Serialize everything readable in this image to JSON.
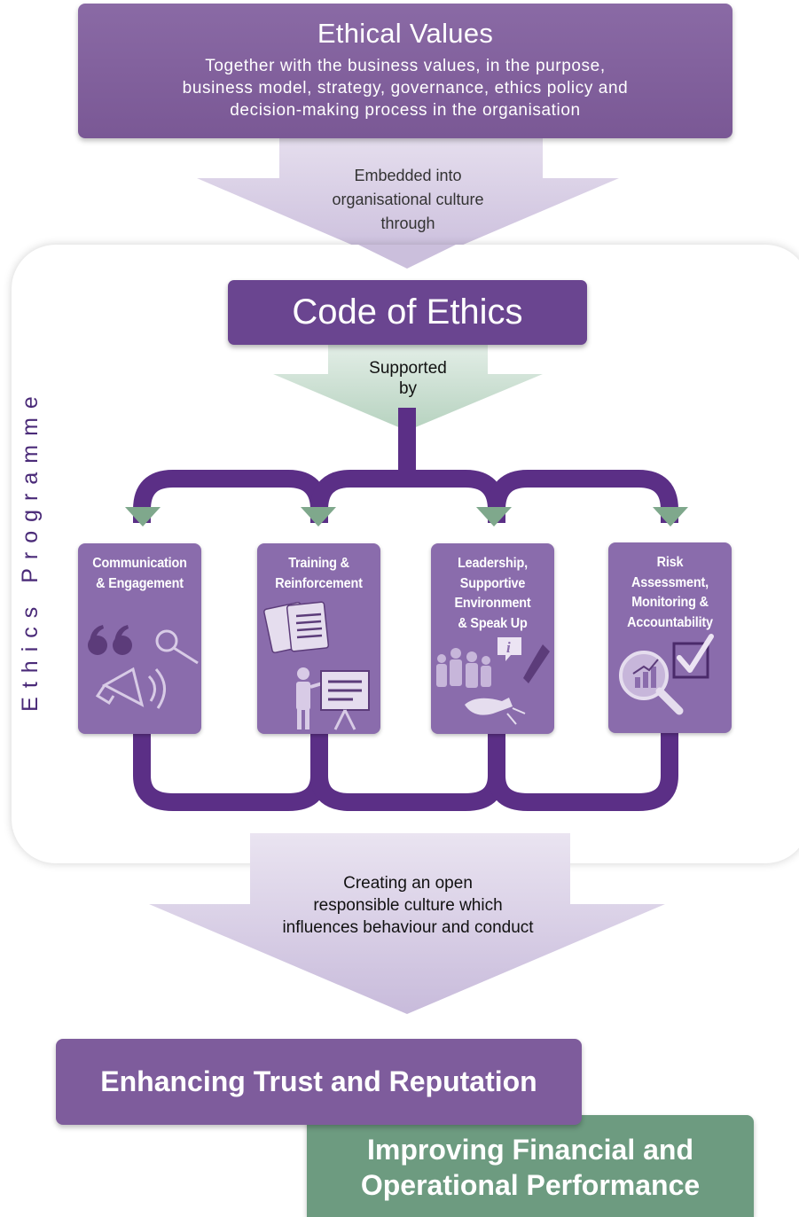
{
  "ethical_values": {
    "title": "Ethical Values",
    "description_lines": [
      "Together with the business values, in the purpose,",
      "business model, strategy, governance, ethics policy and",
      "decision-making process in the organisation"
    ]
  },
  "arrow_embedded": {
    "lines": [
      "Embedded into",
      "organisational culture",
      "through"
    ]
  },
  "ethics_programme": {
    "label": "Ethics Programme",
    "code_of_ethics": "Code of Ethics",
    "supported_lines": [
      "Supported",
      "by"
    ],
    "pillars": [
      {
        "lines": [
          "Communication",
          "& Engagement"
        ],
        "icon": "quote-megaphone-microphone-icon"
      },
      {
        "lines": [
          "Training &",
          "Reinforcement"
        ],
        "icon": "documents-presenter-board-icon"
      },
      {
        "lines": [
          "Leadership,",
          "Supportive",
          "Environment",
          "& Speak Up"
        ],
        "icon": "people-info-phone-whistle-icon"
      },
      {
        "lines": [
          "Risk",
          "Assessment,",
          "Monitoring &",
          "Accountability"
        ],
        "icon": "magnifier-chart-checkbox-icon"
      }
    ]
  },
  "arrow_creating": {
    "lines": [
      "Creating an open",
      "responsible culture which",
      "influences behaviour and conduct"
    ]
  },
  "outcomes": {
    "trust": "Enhancing Trust and Reputation",
    "financial_lines": [
      "Improving Financial and",
      "Operational Performance"
    ]
  },
  "colors": {
    "purple_box": "#7e5c9c",
    "dark_purple": "#5a2f85",
    "pillar_purple": "#8a6cac",
    "arrow_lavender": "#cfc4de",
    "green_arrow": "#bcd6c4",
    "green_box": "#6d9b80"
  }
}
